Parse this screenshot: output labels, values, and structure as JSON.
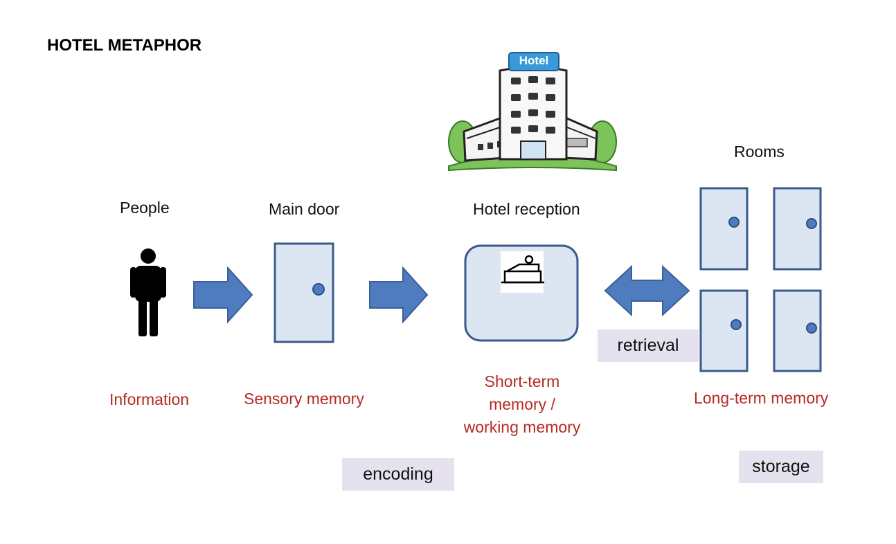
{
  "title": "HOTEL METAPHOR",
  "hotel_sign": "Hotel",
  "labels": {
    "people": "People",
    "main_door": "Main door",
    "hotel_reception": "Hotel reception",
    "rooms": "Rooms"
  },
  "memory": {
    "information": "Information",
    "sensory": "Sensory memory",
    "short_term_line1": "Short-term",
    "short_term_line2": "memory /",
    "short_term_line3": "working memory",
    "long_term": "Long-term memory"
  },
  "processes": {
    "encoding": "encoding",
    "retrieval": "retrieval",
    "storage": "storage"
  },
  "colors": {
    "arrow": "#4f7bbf",
    "door_fill": "#dce6f2",
    "door_stroke": "#3a5a8c",
    "memory_text": "#b52a23",
    "process_tag": "#e6e1ee"
  }
}
